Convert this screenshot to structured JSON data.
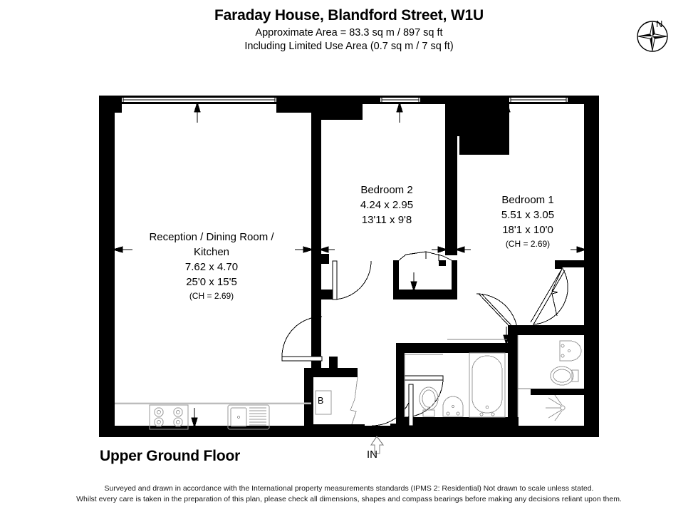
{
  "header": {
    "title": "Faraday House, Blandford Street, W1U",
    "area_line": "Approximate Area = 83.3 sq m / 897 sq ft",
    "limited_use_line": "Including Limited Use Area (0.7 sq m / 7 sq ft)"
  },
  "compass": {
    "north_label": "N",
    "icon": "compass-rose-icon"
  },
  "rooms": [
    {
      "key": "reception",
      "name_line1": "Reception / Dining Room /",
      "name_line2": "Kitchen",
      "metric": "7.62 x 4.70",
      "imperial": "25'0 x 15'5",
      "ceiling_height": "(CH = 2.69)"
    },
    {
      "key": "bedroom2",
      "name_line1": "Bedroom 2",
      "name_line2": "",
      "metric": "4.24 x 2.95",
      "imperial": "13'11 x 9'8",
      "ceiling_height": ""
    },
    {
      "key": "bedroom1",
      "name_line1": "Bedroom 1",
      "name_line2": "",
      "metric": "5.51 x 3.05",
      "imperial": "18'1 x 10'0",
      "ceiling_height": "(CH = 2.69)"
    }
  ],
  "plan": {
    "floor_title": "Upper Ground Floor",
    "entrance_label": "IN",
    "boiler_cupboard_label": "B",
    "wall_color": "#000000",
    "fixture_line_color": "#808080",
    "background_color": "#ffffff"
  },
  "footer": {
    "line1": "Surveyed and drawn in accordance with the International property measurements standards (IPMS 2: Residential) Not drawn to scale unless stated.",
    "line2": "Whilst every care is taken in the preparation of this plan, please check all dimensions, shapes and compass bearings before making any decisions reliant upon them."
  }
}
